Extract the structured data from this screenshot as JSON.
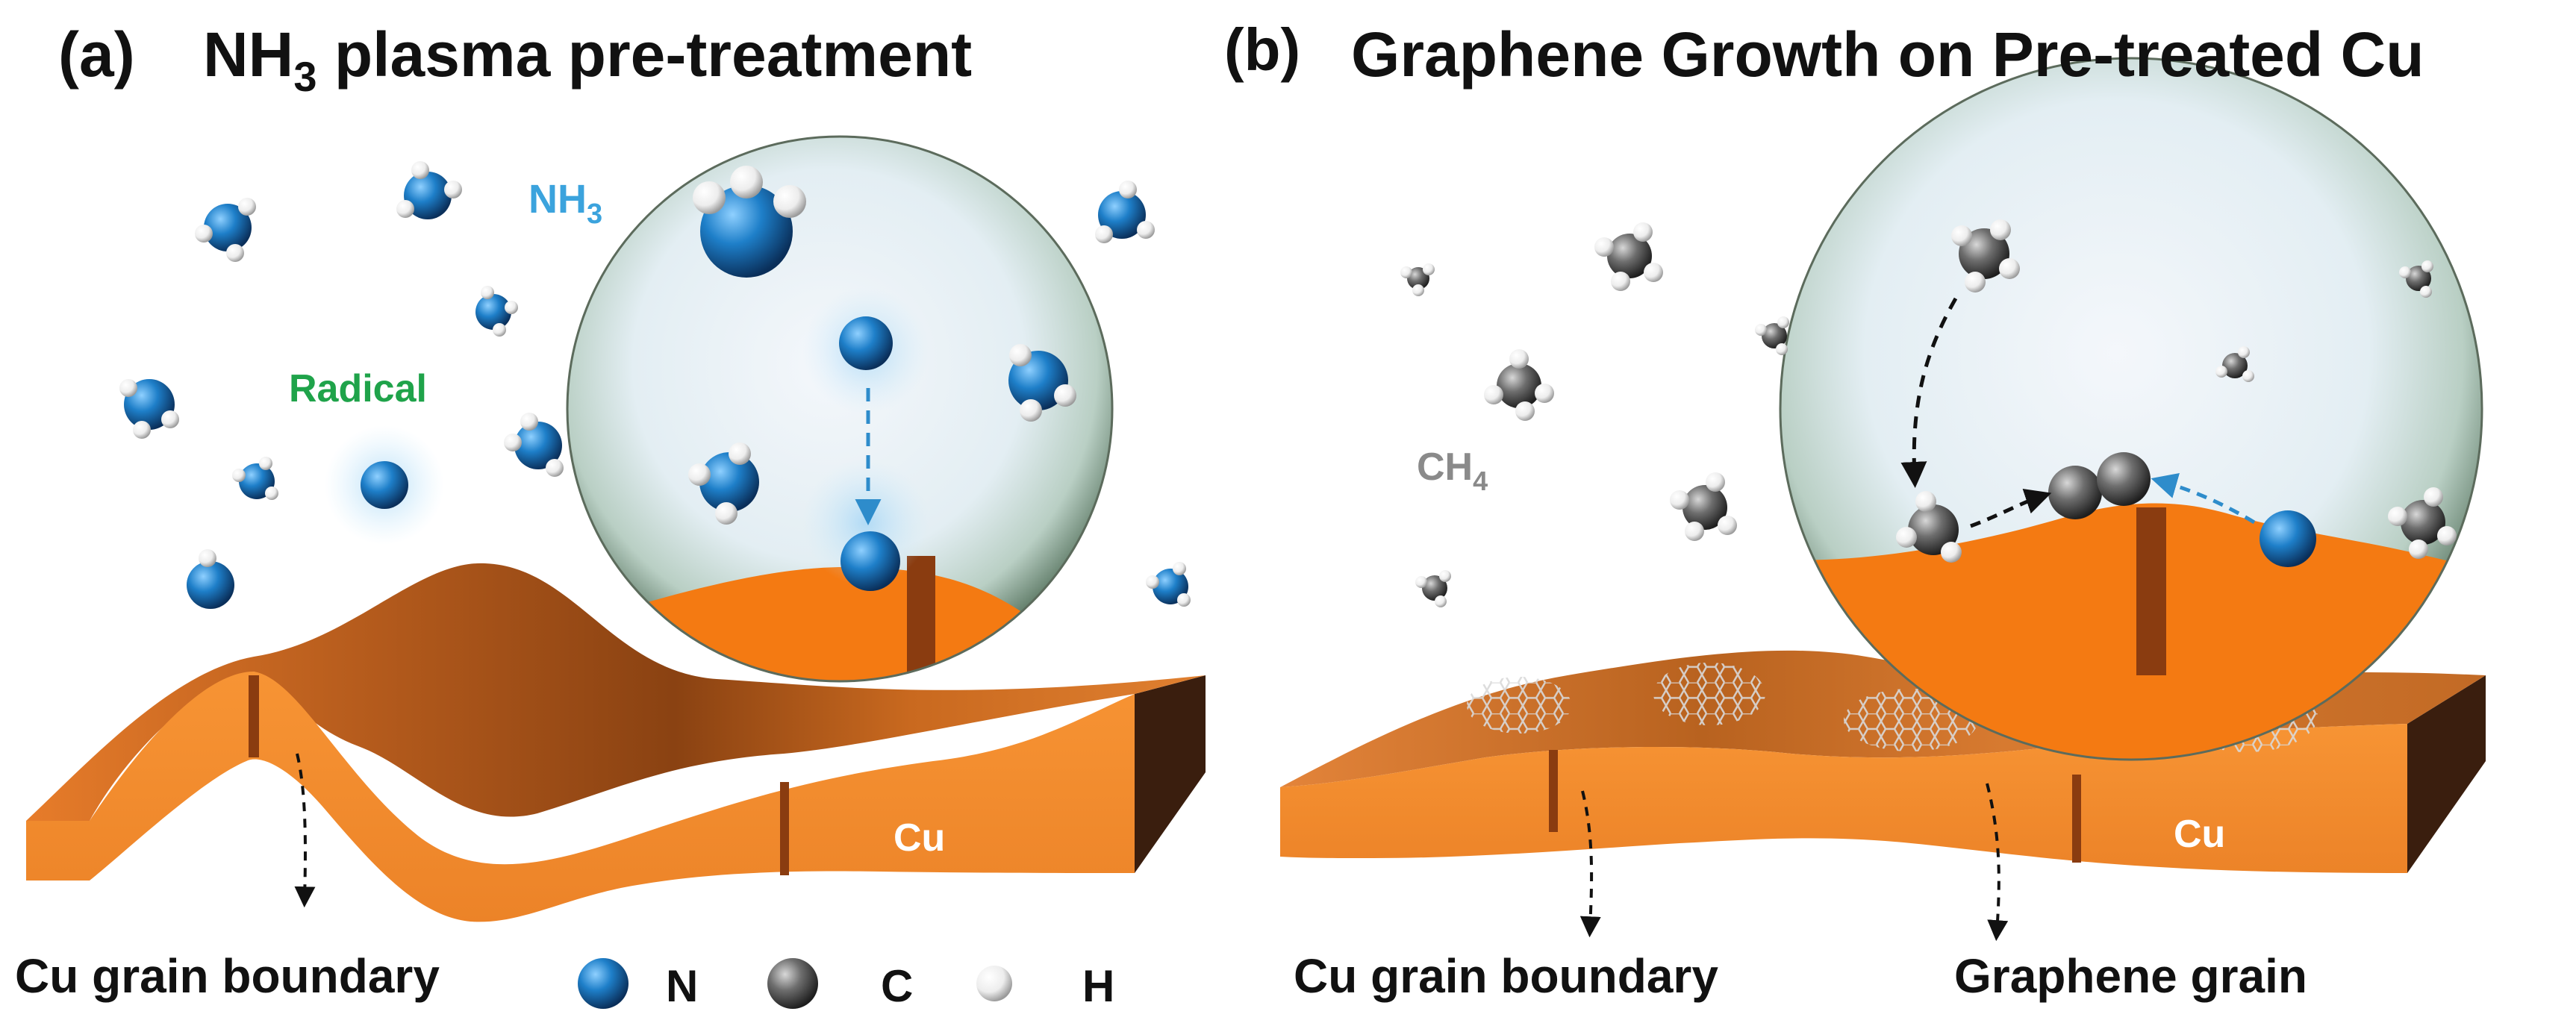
{
  "panel_a": {
    "letter": "(a)",
    "title_main": "NH",
    "title_sub": "3",
    "title_rest": " plasma pre-treatment",
    "gas_main": "NH",
    "gas_sub": "3",
    "radical_label": "Radical",
    "substrate_label": "Cu",
    "boundary_label": "Cu grain boundary"
  },
  "panel_b": {
    "letter": "(b)",
    "title": "Graphene Growth on Pre-treated Cu",
    "gas_main": "CH",
    "gas_sub": "4",
    "substrate_label": "Cu",
    "boundary_label": "Cu grain boundary",
    "graphene_label": "Graphene grain"
  },
  "legend": [
    {
      "symbol": "N",
      "color": "#1E7FC9"
    },
    {
      "symbol": "C",
      "color": "#6E6E6E"
    },
    {
      "symbol": "H",
      "color": "#F2F2F2"
    }
  ],
  "colors": {
    "nitrogen": "#1E7FC9",
    "carbon": "#6E6E6E",
    "hydrogen": "#F5F5F5",
    "copper_top": "#F08A36",
    "copper_front": "#F28C2E",
    "copper_side": "#3A1E0E",
    "radical_label": "#1FA34A",
    "gas_label_nh3": "#3BA3DD",
    "gas_label_ch4": "#8A8A8A"
  }
}
